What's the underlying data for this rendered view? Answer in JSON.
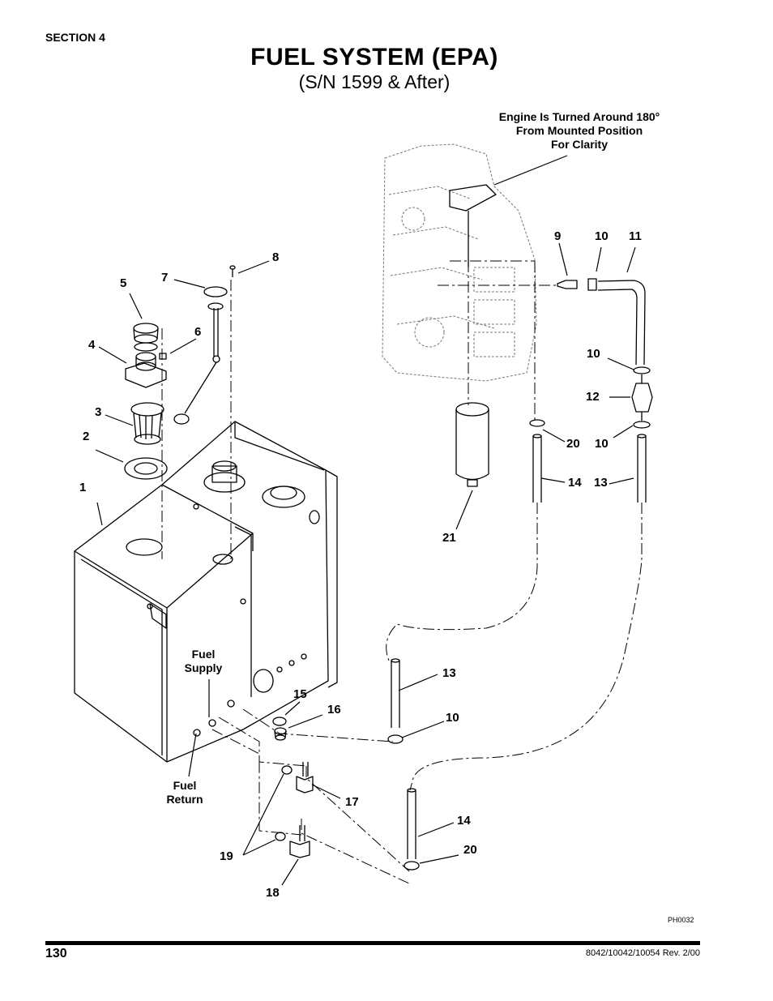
{
  "header": {
    "section": "SECTION 4",
    "title": "FUEL SYSTEM (EPA)",
    "subtitle": "(S/N 1599 & After)"
  },
  "note": {
    "line1": "Engine Is Turned Around 180°",
    "line2": "From Mounted Position",
    "line3": "For Clarity"
  },
  "labels": {
    "fuel_supply_1": "Fuel",
    "fuel_supply_2": "Supply",
    "fuel_return_1": "Fuel",
    "fuel_return_2": "Return"
  },
  "callouts": {
    "c1": "1",
    "c2": "2",
    "c3": "3",
    "c4": "4",
    "c5": "5",
    "c6": "6",
    "c7": "7",
    "c8": "8",
    "c9": "9",
    "c10a": "10",
    "c11": "11",
    "c10b": "10",
    "c12": "12",
    "c20a": "20",
    "c10c": "10",
    "c14a": "14",
    "c13a": "13",
    "c21": "21",
    "c13b": "13",
    "c15": "15",
    "c16": "16",
    "c10d": "10",
    "c17": "17",
    "c14b": "14",
    "c20b": "20",
    "c19": "19",
    "c18": "18"
  },
  "footer": {
    "figure_code": "PH0032",
    "page_number": "130",
    "doc_ref": "8042/10042/10054 Rev. 2/00"
  }
}
